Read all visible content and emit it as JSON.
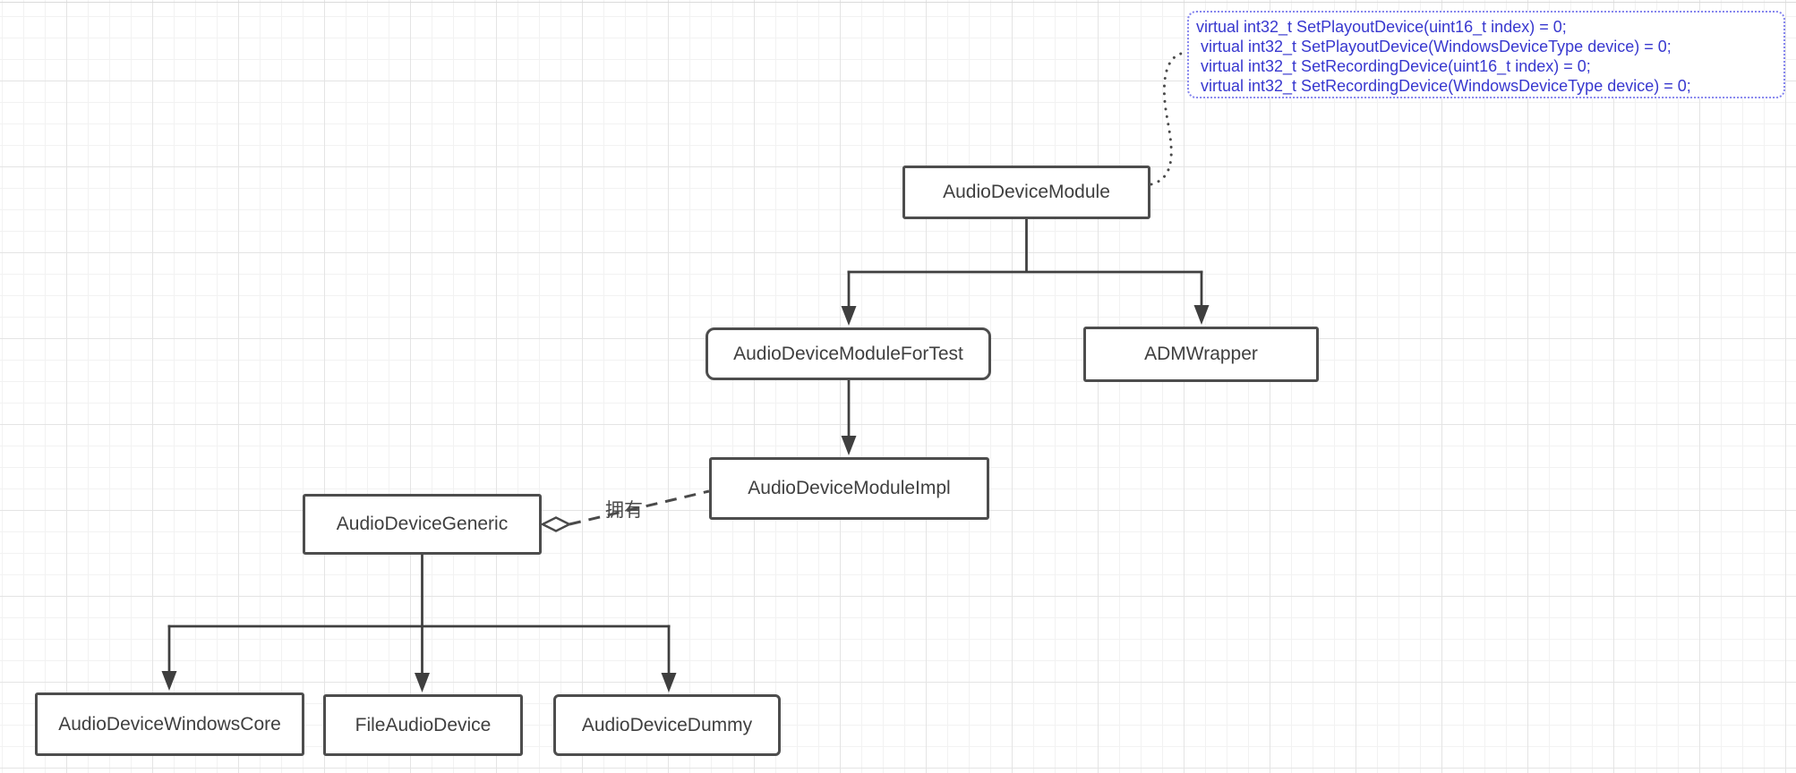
{
  "canvas": {
    "background": "#ffffff",
    "grid_minor_color": "#f2f2f2",
    "grid_major_color": "#e4e4e4"
  },
  "note": {
    "lines": [
      "virtual int32_t SetPlayoutDevice(uint16_t index) = 0;",
      " virtual int32_t SetPlayoutDevice(WindowsDeviceType device) = 0;",
      " virtual int32_t SetRecordingDevice(uint16_t index) = 0;",
      " virtual int32_t SetRecordingDevice(WindowsDeviceType device) = 0;"
    ],
    "text_color": "#3838cf",
    "border_color": "#8585ee"
  },
  "nodes": [
    {
      "id": "audio-device-module",
      "label": "AudioDeviceModule"
    },
    {
      "id": "audio-device-module-for-test",
      "label": "AudioDeviceModuleForTest"
    },
    {
      "id": "adm-wrapper",
      "label": "ADMWrapper"
    },
    {
      "id": "audio-device-module-impl",
      "label": "AudioDeviceModuleImpl"
    },
    {
      "id": "audio-device-generic",
      "label": "AudioDeviceGeneric"
    },
    {
      "id": "audio-device-windows-core",
      "label": "AudioDeviceWindowsCore"
    },
    {
      "id": "file-audio-device",
      "label": "FileAudioDevice"
    },
    {
      "id": "audio-device-dummy",
      "label": "AudioDeviceDummy"
    }
  ],
  "edges": {
    "owns_label": "拥有",
    "line_color": "#3f3f3f",
    "node_border_color": "#4d4d4d",
    "node_text_color": "#3f3f3f"
  }
}
